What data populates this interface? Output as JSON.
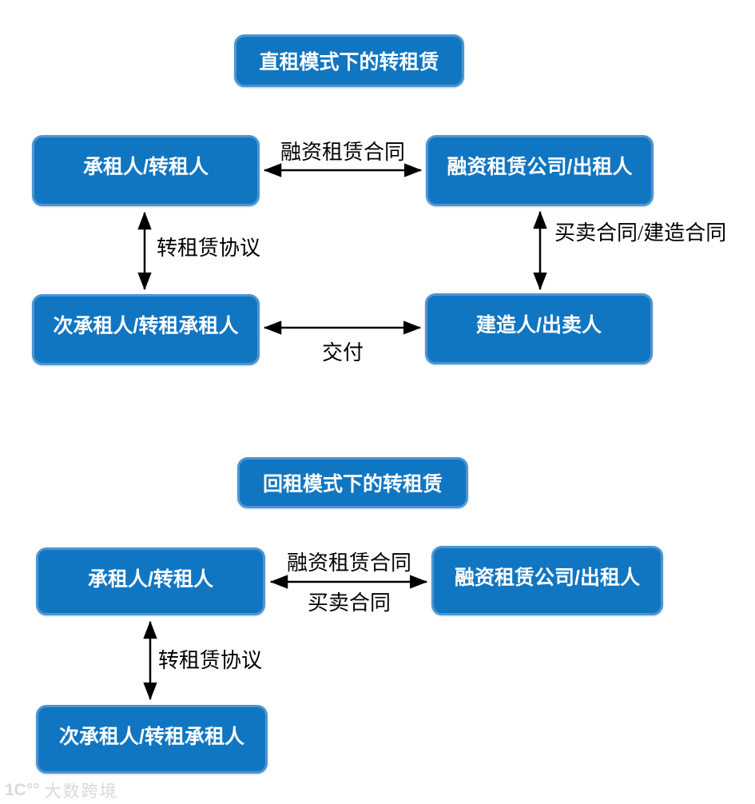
{
  "colors": {
    "box_fill": "#1176C2",
    "box_border": "#4E95D1",
    "box_text": "#FFFFFF",
    "arrow": "#000000",
    "label_text": "#000000",
    "watermark_text": "#D9D9D9"
  },
  "diagram1": {
    "title": "直租模式下的转租赁",
    "boxes": {
      "lessee": "承租人/转租人",
      "leasing_company": "融资租赁公司/出租人",
      "sub_lessee": "次承租人/转租承租人",
      "builder": "建造人/出卖人"
    },
    "labels": {
      "finance_lease_contract": "融资租赁合同",
      "sublease_agreement": "转租赁协议",
      "sales_construction_contract": "买卖合同/建造合同",
      "delivery": "交付"
    }
  },
  "diagram2": {
    "title": "回租模式下的转租赁",
    "boxes": {
      "lessee": "承租人/转租人",
      "leasing_company": "融资租赁公司/出租人",
      "sub_lessee": "次承租人/转租承租人"
    },
    "labels": {
      "finance_lease_contract": "融资租赁合同",
      "sales_contract": "买卖合同",
      "sublease_agreement": "转租赁协议"
    }
  },
  "watermark": {
    "logo": "1C°°",
    "text": "大数跨境"
  }
}
